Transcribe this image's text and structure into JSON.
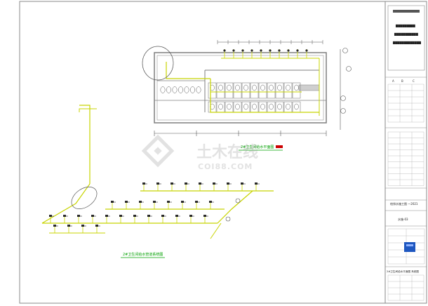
{
  "drawing": {
    "plan_title": "2#卫生间给水平面图",
    "system_title": "2#卫生间给水管道系统图",
    "watermark_main": "土木在线",
    "watermark_sub": "COI88.COM",
    "colors": {
      "wall": "#7f7f7f",
      "pipe": "#c8d400",
      "title": "#00a000",
      "title_bar": "#cc0000",
      "frame": "#8a8a8a",
      "stamp": "#1e57c0"
    }
  },
  "title_block": {
    "company_lines": [
      "▇▇▇▇▇▇▇▇▇",
      "▇▇▇▇▇▇▇▇▇▇▇",
      "▇▇▇▇▇▇▇▇▇▇▇▇▇"
    ],
    "section_labels": [
      "A",
      "B",
      "C"
    ],
    "drawing_code": "给排水施工图 一2021",
    "sheet_no": "水施-03",
    "footer_line": "2#卫生间给水平面图 系统图"
  }
}
